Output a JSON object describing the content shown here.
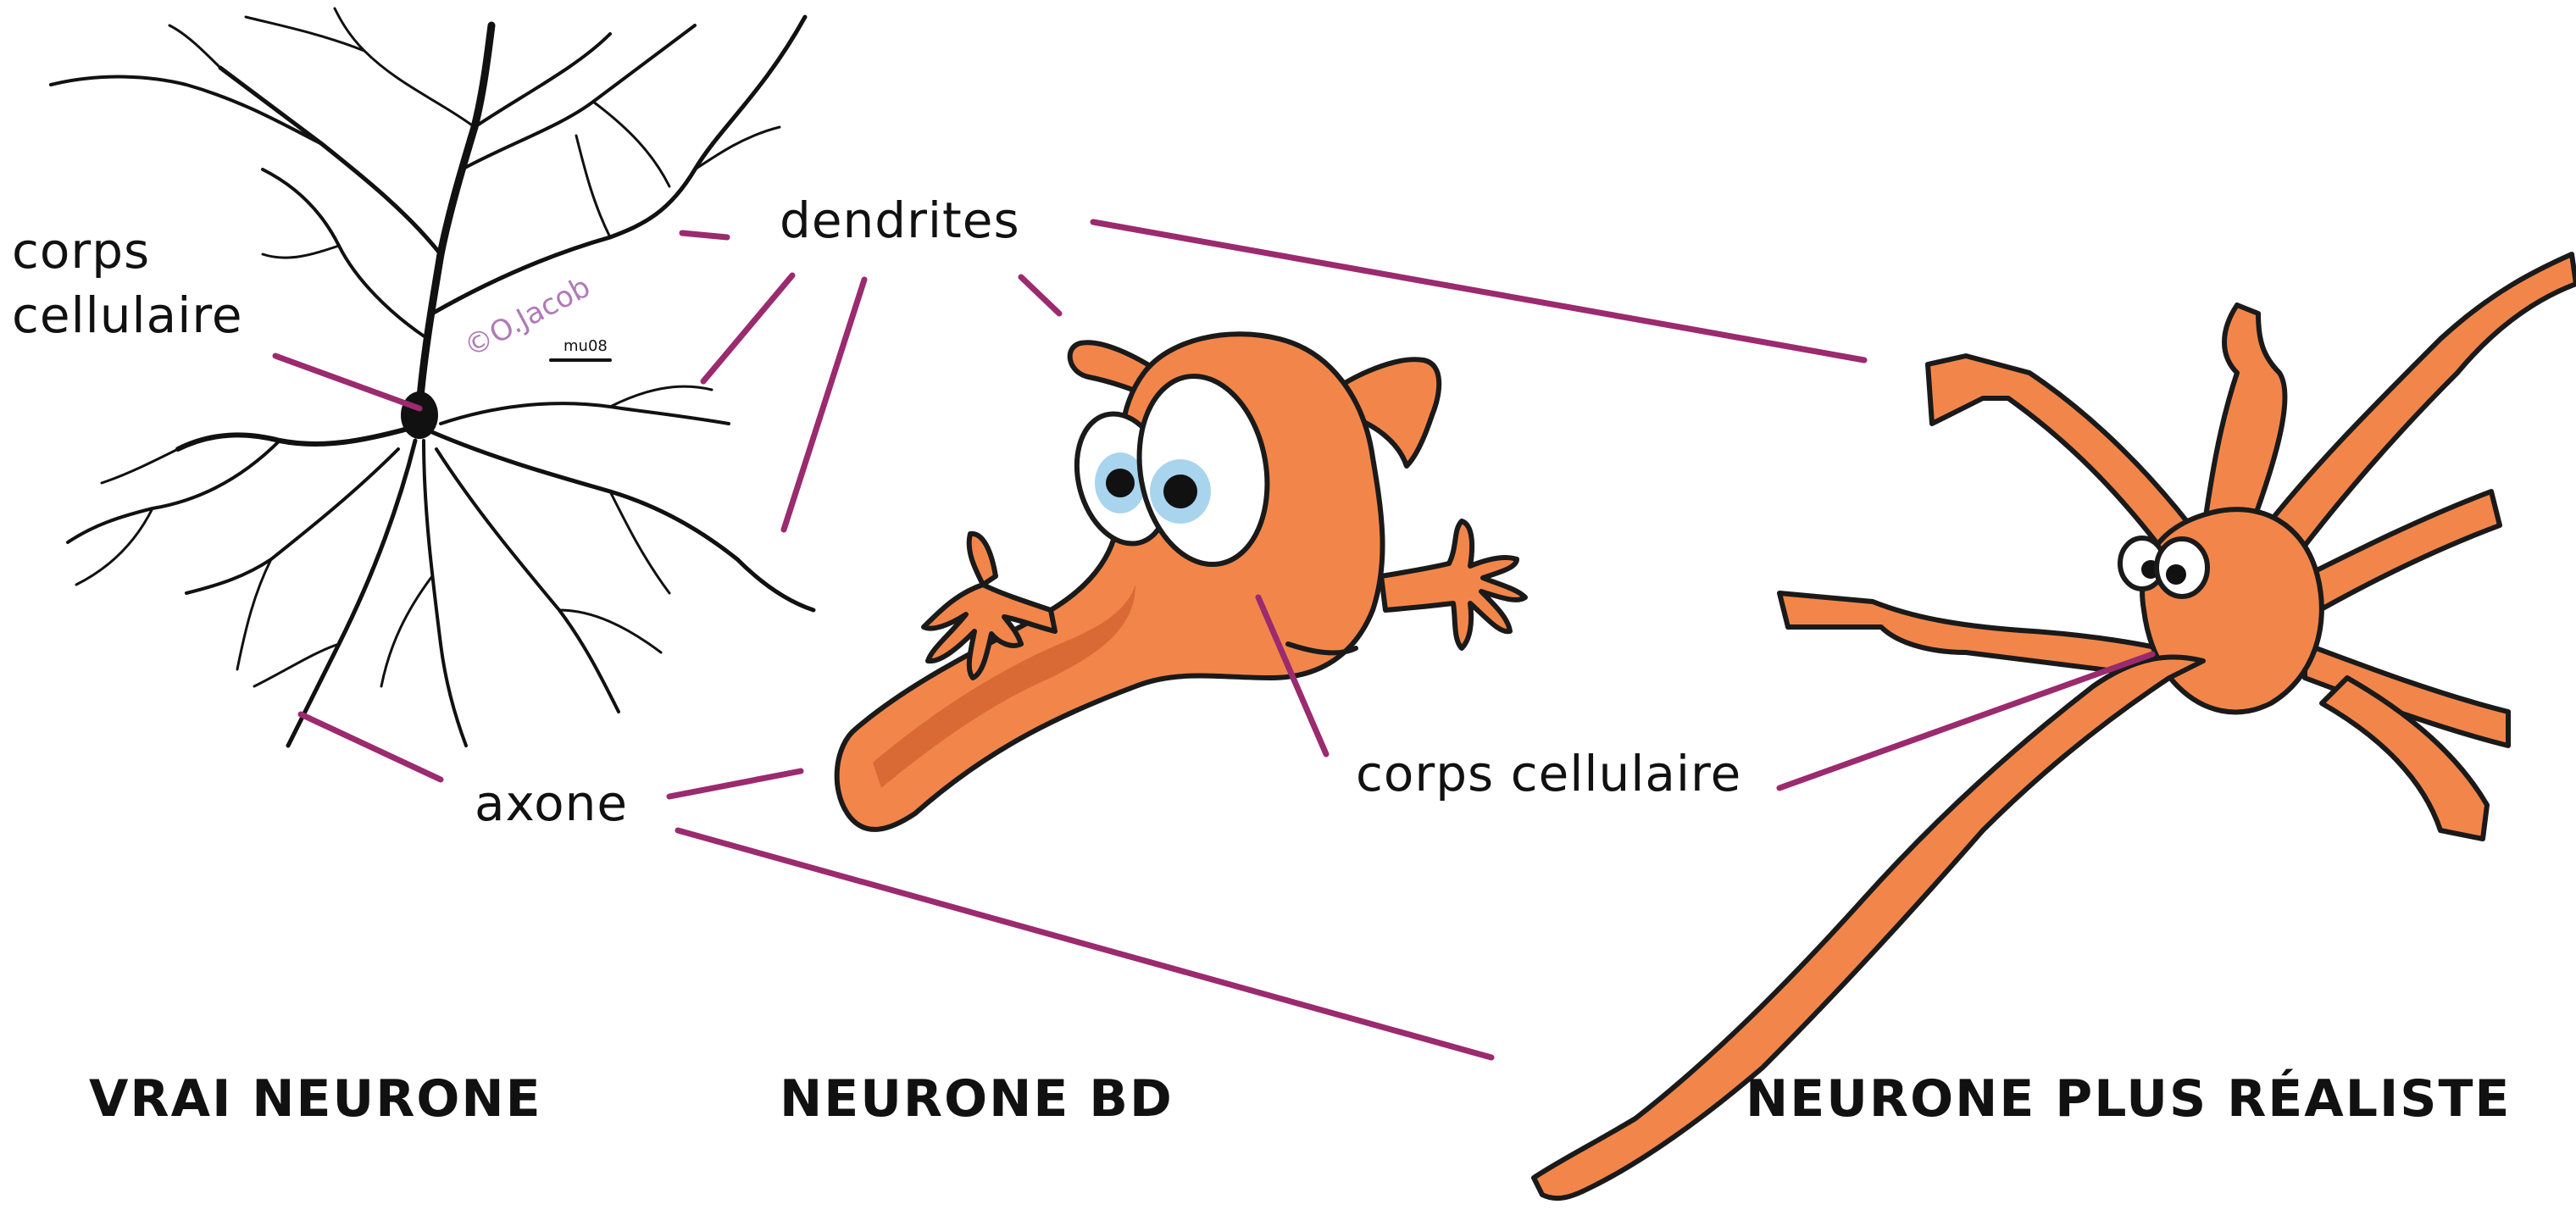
{
  "labels": {
    "corps_cellulaire_left": [
      "corps",
      "cellulaire"
    ],
    "dendrites": "dendrites",
    "axone": "axone",
    "corps_cellulaire_right": "corps cellulaire"
  },
  "titles": {
    "vrai": "VRAI NEURONE",
    "bd": "NEURONE BD",
    "realiste": "NEURONE PLUS RÉALISTE"
  },
  "credit": "©O.Jacob",
  "scale_bar_label": "mu08",
  "colors": {
    "neuron_fill": "#f2864a",
    "neuron_outline": "#1a1a1a",
    "leader_line": "#9b2a6e",
    "eye_iris": "#a9d4ee",
    "credit_text": "#b07ab8"
  }
}
